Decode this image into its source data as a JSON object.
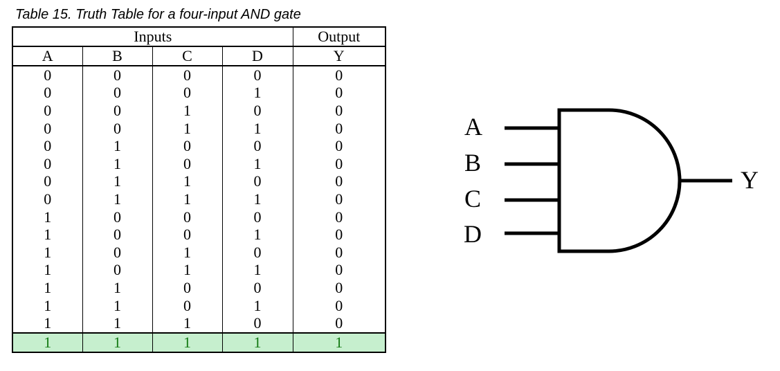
{
  "caption": "Table 15. Truth Table for a four-input AND gate",
  "table": {
    "group_headers": {
      "inputs": "Inputs",
      "output": "Output"
    },
    "columns": [
      "A",
      "B",
      "C",
      "D",
      "Y"
    ],
    "rows": [
      [
        "0",
        "0",
        "0",
        "0",
        "0"
      ],
      [
        "0",
        "0",
        "0",
        "1",
        "0"
      ],
      [
        "0",
        "0",
        "1",
        "0",
        "0"
      ],
      [
        "0",
        "0",
        "1",
        "1",
        "0"
      ],
      [
        "0",
        "1",
        "0",
        "0",
        "0"
      ],
      [
        "0",
        "1",
        "0",
        "1",
        "0"
      ],
      [
        "0",
        "1",
        "1",
        "0",
        "0"
      ],
      [
        "0",
        "1",
        "1",
        "1",
        "0"
      ],
      [
        "1",
        "0",
        "0",
        "0",
        "0"
      ],
      [
        "1",
        "0",
        "0",
        "1",
        "0"
      ],
      [
        "1",
        "0",
        "1",
        "0",
        "0"
      ],
      [
        "1",
        "0",
        "1",
        "1",
        "0"
      ],
      [
        "1",
        "1",
        "0",
        "0",
        "0"
      ],
      [
        "1",
        "1",
        "0",
        "1",
        "0"
      ],
      [
        "1",
        "1",
        "1",
        "0",
        "0"
      ],
      [
        "1",
        "1",
        "1",
        "1",
        "1"
      ]
    ],
    "highlight_row_index": 15,
    "highlight_color": "#c6efce",
    "highlight_text_color": "#137a13"
  },
  "gate": {
    "inputs": [
      "A",
      "B",
      "C",
      "D"
    ],
    "output": "Y"
  }
}
